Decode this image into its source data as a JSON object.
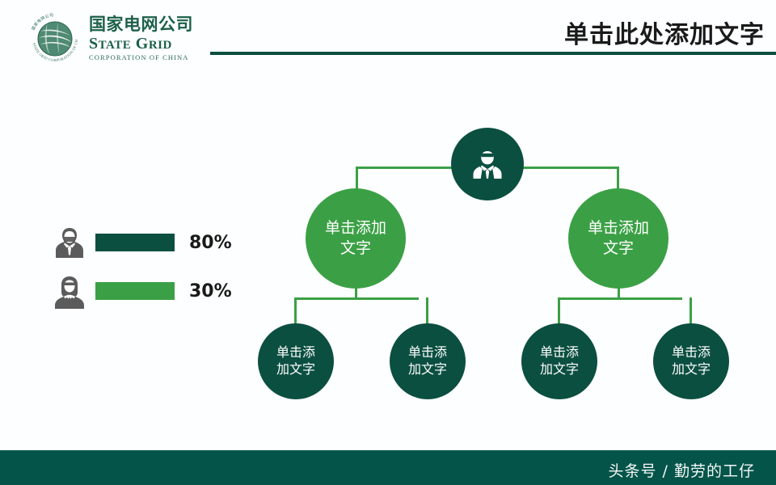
{
  "slide": {
    "background_color": "#fdfeff",
    "title": "单击此处添加文字",
    "title_color": "#1a1a1a",
    "rule_color": "#0b4f41"
  },
  "brand": {
    "logo_icon": "state-grid-globe-logo",
    "name_cn": "国家电网公司",
    "name_en_main": "STATE GRID",
    "name_en_state_cap": "S",
    "name_en_state_rest": "TATE",
    "name_en_grid_cap": "G",
    "name_en_grid_rest": "RID",
    "name_en_sub": "CORPORATION OF CHINA",
    "logo_color": "#1c6048",
    "logo_ring_text": "STATE GRID CORPORATION OF CHINA 国家电网公司"
  },
  "legend": {
    "rows": [
      {
        "icon": "businessman-icon",
        "icon_color": "#5b5b5b",
        "bar_color": "#0b4f41",
        "bar_ratio": 1.0,
        "percent": "80%",
        "value": 80
      },
      {
        "icon": "businesswoman-icon",
        "icon_color": "#5b5b5b",
        "bar_color": "#3ba045",
        "bar_ratio": 1.0,
        "percent": "30%",
        "value": 30
      }
    ]
  },
  "org_chart": {
    "connector_color": "#3ba045",
    "top_node": {
      "icon": "businessman-avatar-icon",
      "color": "#0b4f41",
      "label": ""
    },
    "mid_nodes": [
      {
        "line1": "单击添加",
        "line2": "文字",
        "color": "#3ba045"
      },
      {
        "line1": "单击添加",
        "line2": "文字",
        "color": "#3ba045"
      }
    ],
    "leaf_nodes": [
      {
        "line1": "单击添",
        "line2": "加文字",
        "color": "#0b4f41"
      },
      {
        "line1": "单击添",
        "line2": "加文字",
        "color": "#0b4f41"
      },
      {
        "line1": "单击添",
        "line2": "加文字",
        "color": "#0b4f41"
      },
      {
        "line1": "单击添",
        "line2": "加文字",
        "color": "#0b4f41"
      }
    ]
  },
  "footer": {
    "band_color": "#05544a",
    "text": "头条号 / 勤劳的工仔"
  }
}
